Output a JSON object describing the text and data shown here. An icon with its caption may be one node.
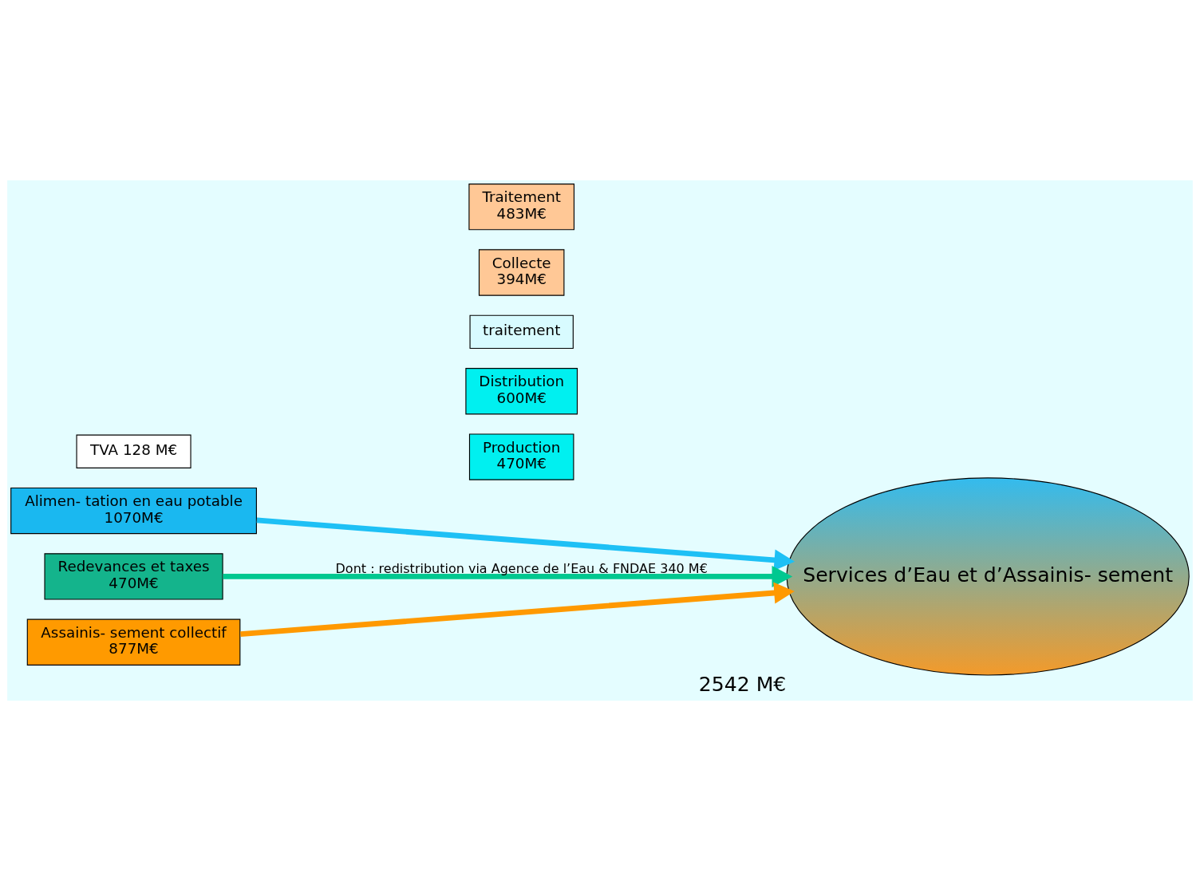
{
  "diagram": {
    "nodes": [
      {
        "text": [
          "Alimen- tation en eau potable",
          "1070M€"
        ]
      },
      {
        "text": [
          "Production",
          "470M€"
        ]
      },
      {
        "text": [
          "Distribution",
          "600M€"
        ]
      },
      {
        "text": [
          "traitement"
        ]
      },
      {
        "text": [
          "Redevances et taxes",
          "470M€"
        ]
      },
      {
        "text": [
          "Assainis- sement collectif",
          "877M€"
        ]
      },
      {
        "text": [
          "Collecte",
          "394M€"
        ]
      },
      {
        "text": [
          "Traitement",
          "483M€"
        ]
      },
      {
        "text": [
          "TVA 128 M€"
        ]
      },
      {
        "text": [
          "Services d’Eau et d’Assainis- sement"
        ],
        "beside": [
          "2542 M€"
        ]
      }
    ],
    "edges": [
      {
        "from": 0,
        "to": 9,
        "arrow": "to",
        "color": "#1ec0f5"
      },
      {
        "from": 4,
        "to": 9,
        "arrow": "to",
        "color": "#00c890",
        "label": "Dont : redistribution via Agence de l’Eau & FNDAE 340 M€"
      },
      {
        "from": 5,
        "to": 9,
        "arrow": "to",
        "color": "#ff9900"
      }
    ]
  }
}
